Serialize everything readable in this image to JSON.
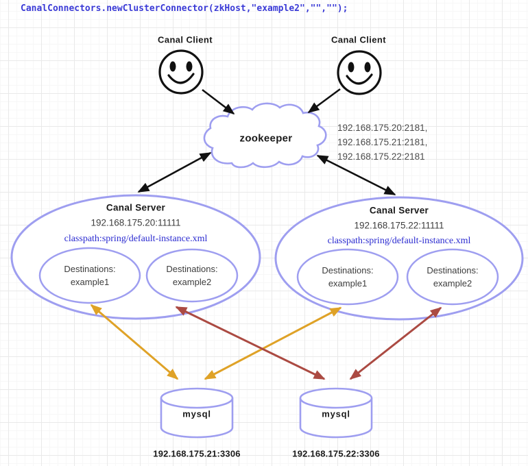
{
  "code_line": "CanalConnectors.newClusterConnector(zkHost,\"example2\",\"\",\"\");",
  "clients": [
    {
      "label": "Canal Client"
    },
    {
      "label": "Canal Client"
    }
  ],
  "zookeeper": {
    "label": "zookeeper",
    "addresses": "192.168.175.20:2181,\n192.168.175.21:2181,\n192.168.175.22:2181"
  },
  "servers": [
    {
      "title": "Canal Server",
      "address": "192.168.175.20:11111",
      "classpath": "classpath:spring/default-instance.xml",
      "destinations": [
        "Destinations:\nexample1",
        "Destinations:\nexample2"
      ]
    },
    {
      "title": "Canal Server",
      "address": "192.168.175.22:11111",
      "classpath": "classpath:spring/default-instance.xml",
      "destinations": [
        "Destinations:\nexample1",
        "Destinations:\nexample2"
      ]
    }
  ],
  "databases": [
    {
      "label": "mysql",
      "address": "192.168.175.21:3306"
    },
    {
      "label": "mysql",
      "address": "192.168.175.22:3306"
    }
  ],
  "colors": {
    "shape_stroke": "#9e9ef0",
    "arrow_black": "#111111",
    "arrow_orange": "#dfa227",
    "arrow_red": "#ab4a42",
    "code_text": "#3a3ad6",
    "classpath_text": "#2b2bd0",
    "muted_text": "#4b4b4b"
  }
}
